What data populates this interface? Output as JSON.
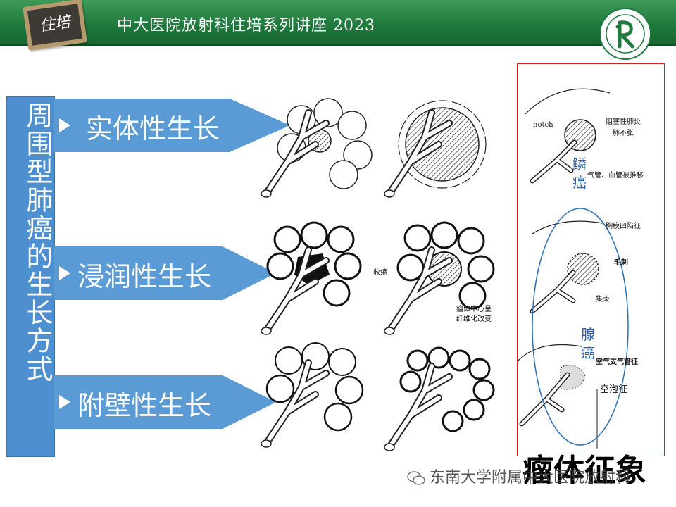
{
  "header": {
    "badge_text": "住培",
    "title": "中大医院放射科住培系列讲座 2023"
  },
  "sidebar": {
    "vertical_title": "周围型肺癌的生长方式"
  },
  "growth_types": [
    {
      "label": "实体性生长"
    },
    {
      "label": "浸润性生长"
    },
    {
      "label": "附壁性生长"
    }
  ],
  "illustration_labels": {
    "row2_shrink": "收缩",
    "row2_center_line1": "瘤体中心呈",
    "row2_center_line2": "纤维化改变"
  },
  "right_panel": {
    "notch": "notch",
    "obstructive_line1": "阻塞性肺炎",
    "obstructive_line2": "肺不张",
    "vessel_push": "气管、血管被推移",
    "squamous": "鳞癌",
    "pleural": "胸膜凹陷征",
    "spicule": "毛刺",
    "bundle": "集束",
    "adeno": "腺癌",
    "air_bronchogram": "空气支气管征",
    "vacuole": "空泡征",
    "footer_title": "瘤体征象"
  },
  "watermark": "东南大学附属中大医院放射科",
  "colors": {
    "header_green": "#1f7a3d",
    "sidebar_blue": "#4d8fcf",
    "arrow_blue": "#5b9bd5",
    "panel_red": "#d02020",
    "ellipse_blue": "#2c6fb5"
  }
}
